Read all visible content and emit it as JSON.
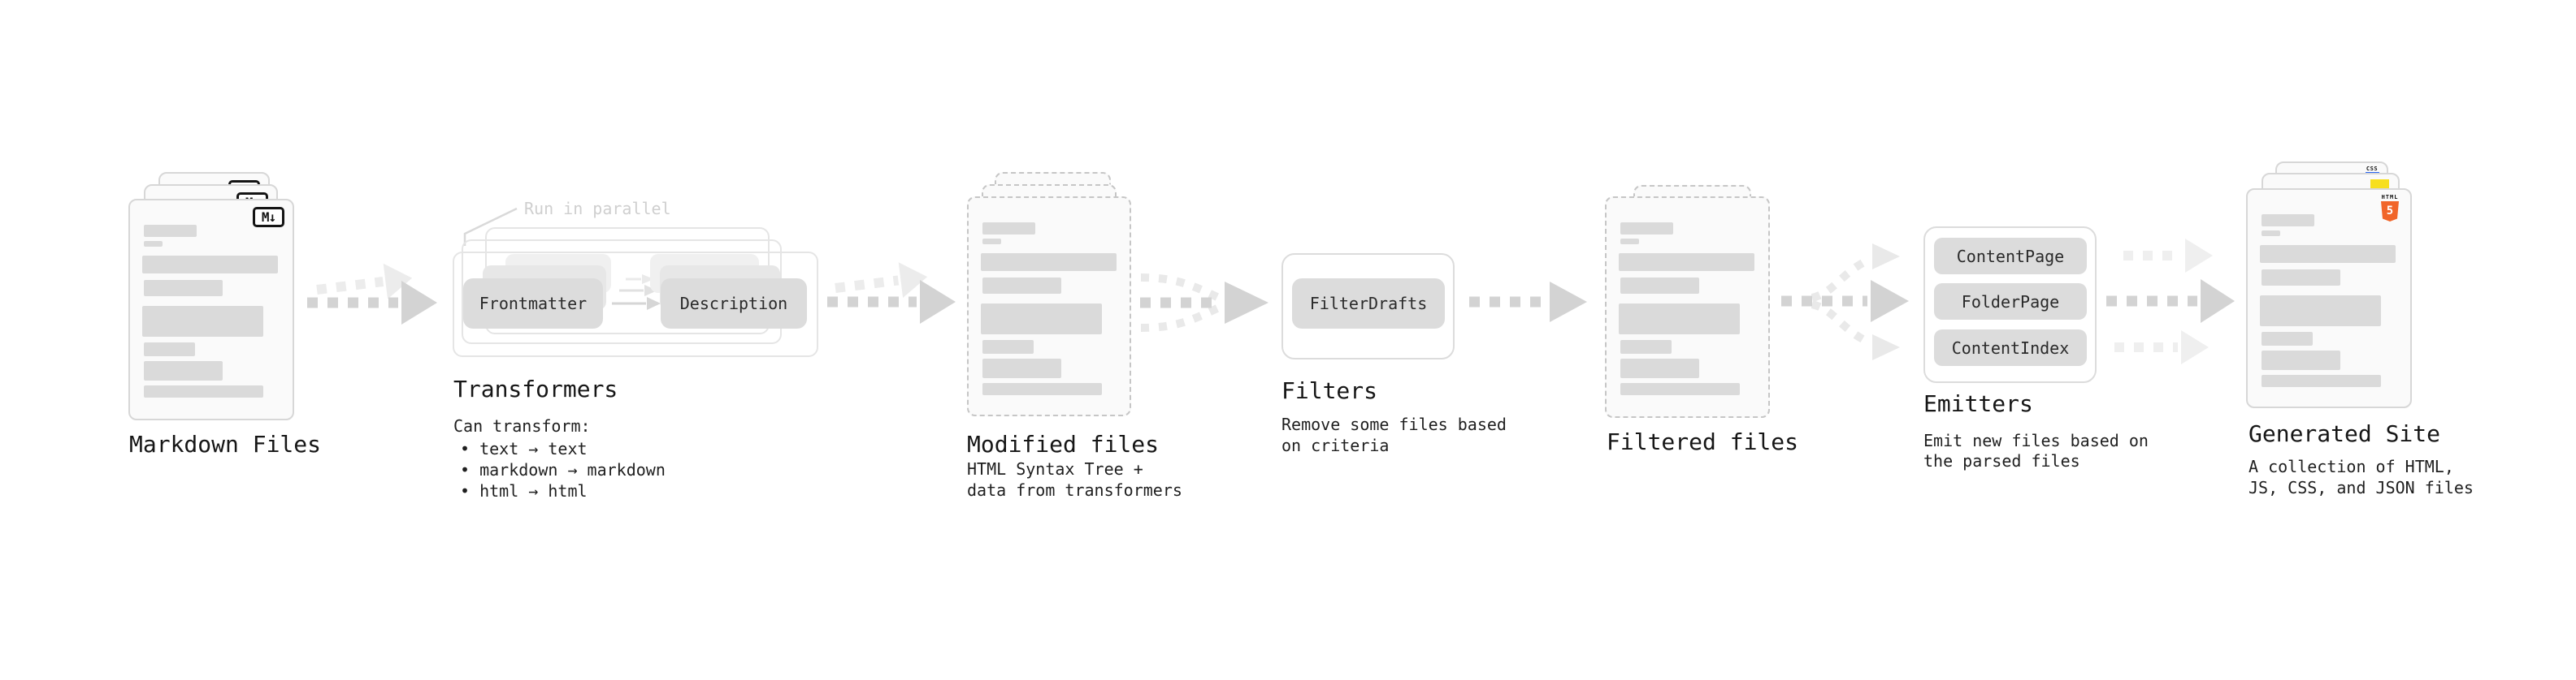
{
  "stages": {
    "markdown": {
      "label": "Markdown Files"
    },
    "transformers": {
      "label": "Transformers",
      "annotation": "Run in parallel",
      "node_frontmatter": "Frontmatter",
      "node_description": "Description",
      "desc_title": "Can transform:",
      "bullets": [
        "• text → text",
        "• markdown → markdown",
        "• html → html"
      ]
    },
    "modified": {
      "label": "Modified files",
      "desc_line1": "HTML Syntax Tree +",
      "desc_line2": "data from transformers"
    },
    "filters": {
      "label": "Filters",
      "node_filterdrafts": "FilterDrafts",
      "desc_line1": "Remove some files based",
      "desc_line2": "on criteria"
    },
    "filtered": {
      "label": "Filtered files"
    },
    "emitters": {
      "label": "Emitters",
      "nodes": [
        "ContentPage",
        "FolderPage",
        "ContentIndex"
      ],
      "desc_line1": "Emit new files based on",
      "desc_line2": "the parsed files"
    },
    "generated": {
      "label": "Generated Site",
      "desc_line1": "A collection of HTML,",
      "desc_line2": "JS, CSS, and JSON files"
    }
  },
  "icons": {
    "markdown_badge": "M↓",
    "html5_wordmark": "HTML",
    "html5_numeral": "5",
    "css_wordmark": "CSS"
  },
  "colors": {
    "html5_orange": "#f16529",
    "js_yellow": "#f7df1e",
    "css_blue": "#2965f1",
    "arrow_gray": "#d3d3d3",
    "ghost_arrow_gray": "#ececec",
    "annotation_gray": "#cfcfcf"
  }
}
